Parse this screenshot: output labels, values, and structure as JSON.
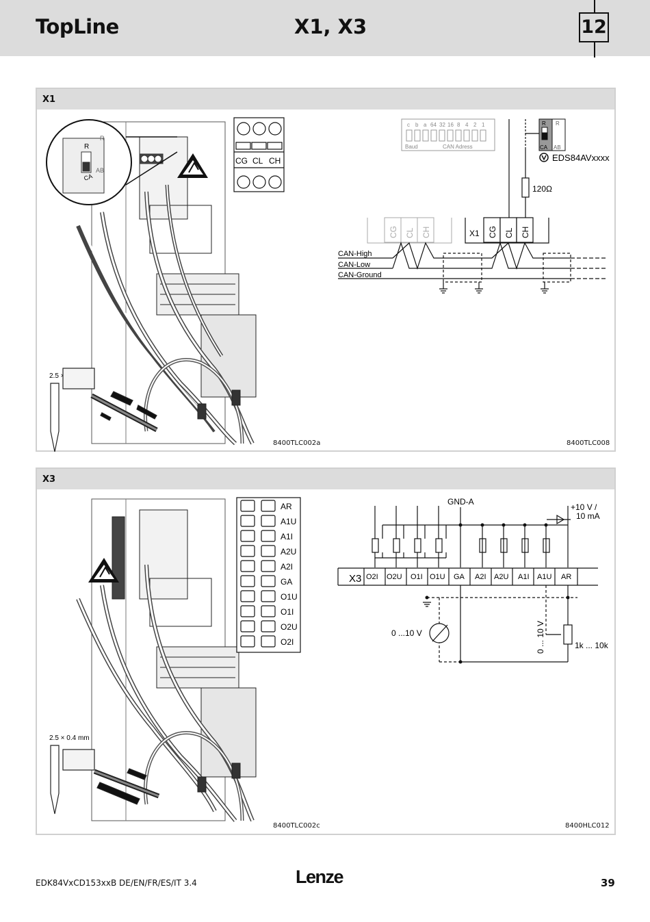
{
  "header": {
    "brand": "TopLine",
    "title": "X1, X3",
    "chapter": "12"
  },
  "x1": {
    "label": "X1",
    "ref_left": "8400TLC002a",
    "ref_right": "8400TLC008",
    "tool_size": "2.5 × 0.4 mm",
    "terminal_labels": [
      "CG",
      "CL",
      "CH"
    ],
    "dip": {
      "top_labels": [
        "c",
        "b",
        "a",
        "64",
        "32",
        "16",
        "8",
        "4",
        "2",
        "1"
      ],
      "baud": "Baud",
      "can_address": "CAN Adress"
    },
    "switch": {
      "r": "R",
      "ca": "CA",
      "ab": "AB"
    },
    "device": "EDS84AVxxxx",
    "resistor": "120Ω",
    "connector": "X1",
    "signals": [
      "CAN-High",
      "CAN-Low",
      "CAN-Ground"
    ]
  },
  "x3": {
    "label": "X3",
    "ref_left": "8400TLC002c",
    "ref_right": "8400HLC012",
    "tool_size": "2.5 × 0.4 mm",
    "terminal_list": [
      "AR",
      "A1U",
      "A1I",
      "A2U",
      "A2I",
      "GA",
      "O1U",
      "O1I",
      "O2U",
      "O2I"
    ],
    "connector": "X3",
    "terminals": [
      "O2I",
      "O2U",
      "O1I",
      "O1U",
      "GA",
      "A2I",
      "A2U",
      "A1I",
      "A1U",
      "AR"
    ],
    "gnd": "GND-A",
    "supply_v": "+10 V /",
    "supply_i": "10 mA",
    "meter": "0 ...10 V",
    "pot_voltage": "0 ... 10 V",
    "pot": "1k ... 10k"
  },
  "footer": {
    "doc": "EDK84VxCD153xxB  DE/EN/FR/ES/IT  3.4",
    "logo": "Lenze",
    "page": "39"
  }
}
